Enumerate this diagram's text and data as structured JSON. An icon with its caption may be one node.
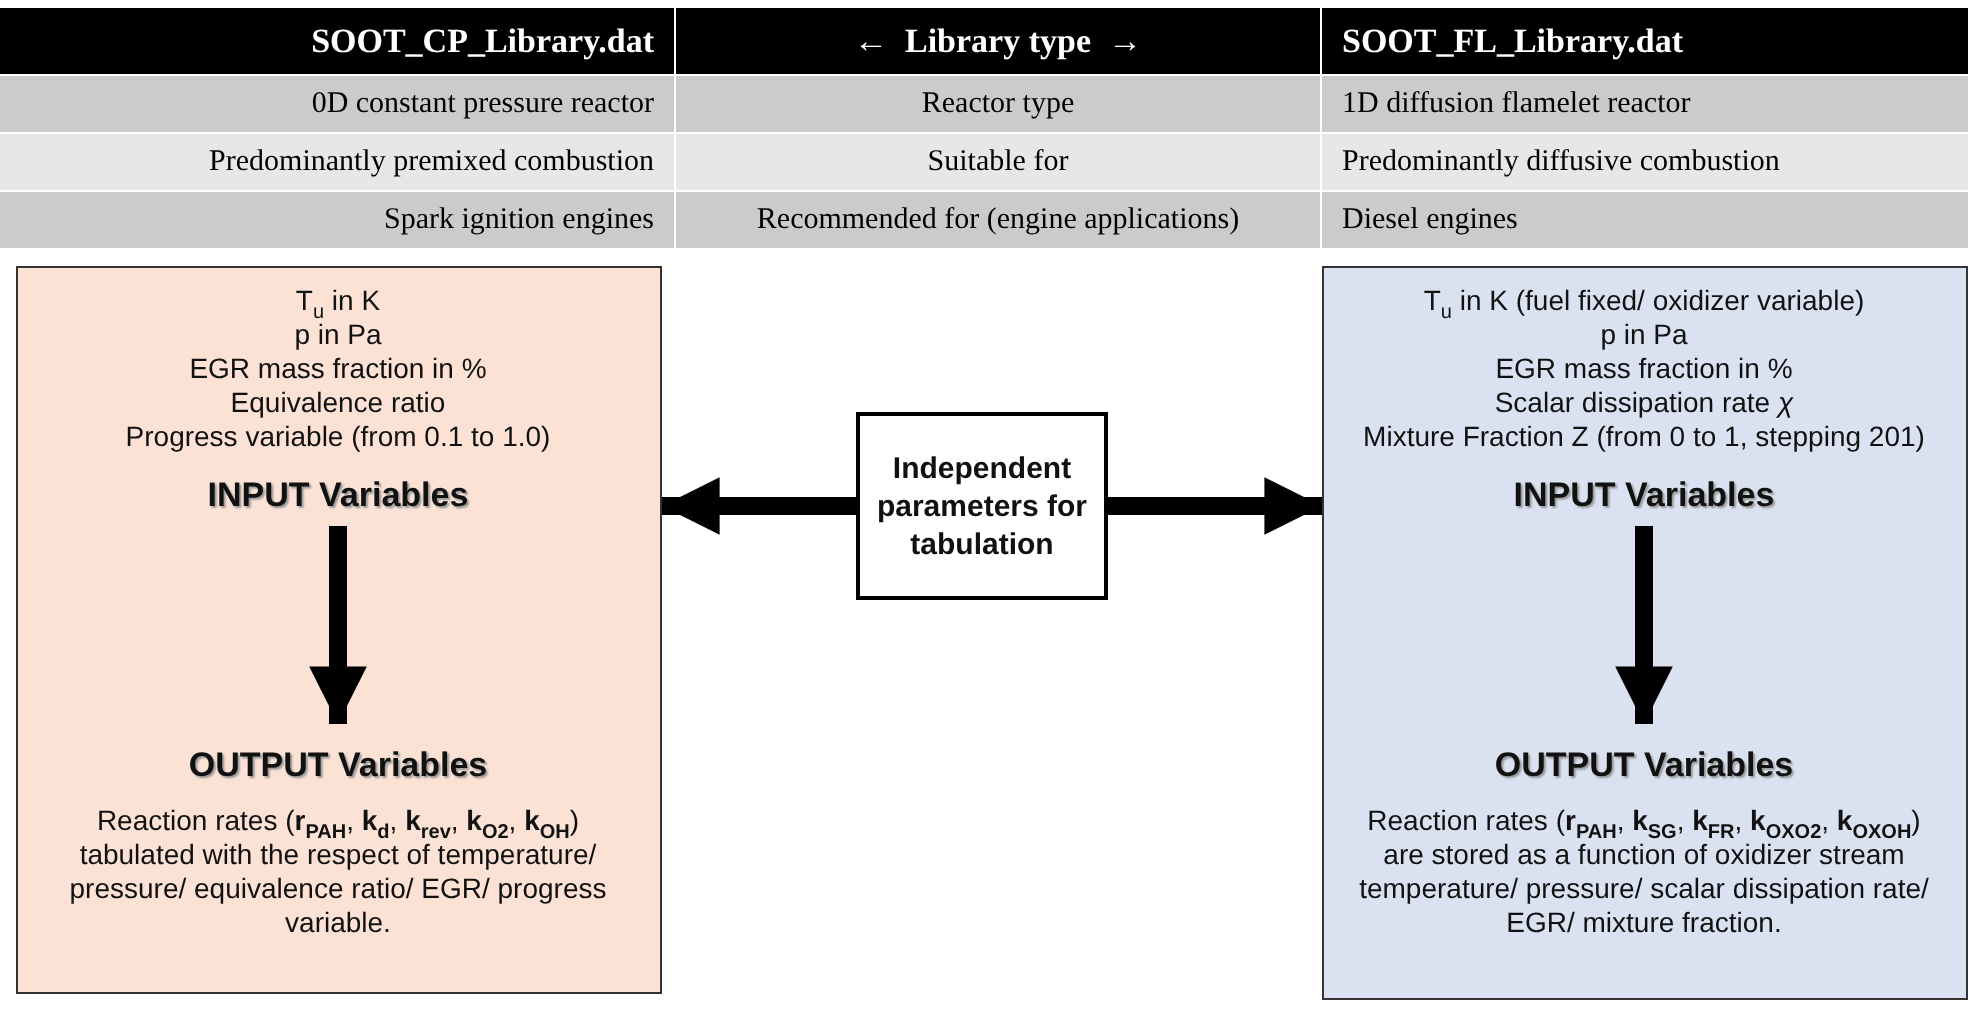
{
  "diagram": {
    "nodes": [
      {
        "text": [],
        "shape": "box"
      },
      {
        "text": [
          "T$_{u}$  in  K",
          "p in Pa",
          "EGR mass fraction in %",
          "Equivalence ratio",
          "Progress variable (from 0.1 to 1.0)",
          "INPUT Variables"
        ],
        "in": 0
      },
      {
        "text": [
          "OUTPUT Variables",
          "Reaction rates (**r$_{PAH}$**, **k$_{d}$**, **k$_{rev}$**, **k$_{O2}$**, **k$_{OH}$**) tabulated with the respect of temperature/ pressure/ equivalence ratio/ EGR/ progress variable."
        ],
        "in": 0
      },
      {
        "text": [
          "Independent parameters for tabulation"
        ]
      },
      {
        "text": [],
        "shape": "box"
      },
      {
        "text": [
          "T$_{u}$  in  K (fuel fixed/ oxidizer variable)",
          "p in Pa",
          "EGR mass fraction in %",
          "Scalar dissipation rate *χ*",
          "Mixture Fraction Z  (from 0 to 1, stepping 201)",
          "INPUT Variables"
        ],
        "in": 4
      },
      {
        "text": [
          "OUTPUT Variables",
          "Reaction rates (**r$_{PAH}$**, **k$_{SG}$**, **k$_{FR}$**, **k$_{OXO2}$**, **k$_{OXOH}$**) are stored as a function of  oxidizer stream temperature/ pressure/ scalar dissipation rate/ EGR/ mixture fraction."
        ],
        "in": 4
      }
    ],
    "edges": [
      {
        "from": 1,
        "to": 2,
        "arrow": "to"
      },
      {
        "from": 3,
        "to": 0,
        "arrow": "to"
      },
      {
        "from": 3,
        "to": 4,
        "arrow": "to"
      },
      {
        "from": 5,
        "to": 6,
        "arrow": "to"
      }
    ],
    "labels": [
      "SOOT_CP_Library.dat",
      "←  Library type  →",
      "SOOT_FL_Library.dat",
      "0D constant pressure reactor",
      "Reactor type",
      "1D diffusion flamelet reactor",
      "Predominantly premixed combustion",
      "Suitable for",
      "Predominantly diffusive combustion",
      "Spark ignition engines",
      "Recommended for (engine applications)",
      "Diesel engines"
    ]
  }
}
